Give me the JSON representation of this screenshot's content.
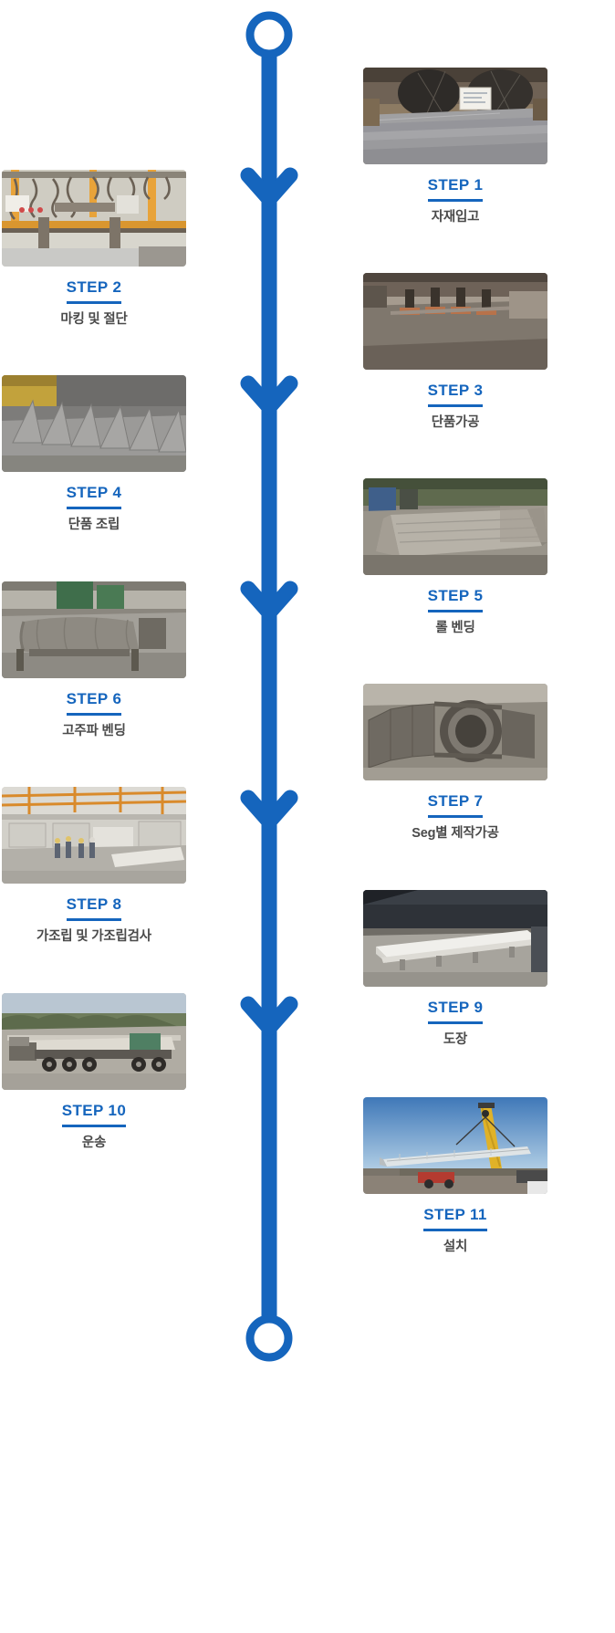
{
  "diagram": {
    "title": "Steel Structure Manufacturing Process Timeline",
    "orientation": "vertical",
    "accent_color": "#1565bd",
    "caption_color": "#4a4a4a",
    "background": "#ffffff"
  },
  "spine": {
    "line_color": "#1565bd",
    "start_marker": "circle-outline",
    "end_marker": "circle-outline",
    "arrow_marker": "chevron-down"
  },
  "steps": [
    {
      "id": 1,
      "number": "STEP 1",
      "title": "자재입고",
      "side": "right",
      "photo_name": "photo-step-1-material-receiving",
      "photo_alt": "Stacked steel plates with pipe sections and label card"
    },
    {
      "id": 2,
      "number": "STEP 2",
      "title": "마킹 및 절단",
      "side": "left",
      "photo_name": "photo-step-2-marking-cutting",
      "photo_alt": "CNC cutting gantry machine with orange frame and hoses"
    },
    {
      "id": 3,
      "number": "STEP 3",
      "title": "단품가공",
      "side": "right",
      "photo_name": "photo-step-3-part-machining",
      "photo_alt": "Steel plate with welded stiffener parts and clamps"
    },
    {
      "id": 4,
      "number": "STEP 4",
      "title": "단품 조립",
      "side": "left",
      "photo_name": "photo-step-4-part-assembly",
      "photo_alt": "Row of triangular steel plate pieces on workshop floor"
    },
    {
      "id": 5,
      "number": "STEP 5",
      "title": "롤 벤딩",
      "side": "right",
      "photo_name": "photo-step-5-roll-bending",
      "photo_alt": "Plate roll bending machine forming a curved cylinder"
    },
    {
      "id": 6,
      "number": "STEP 6",
      "title": "고주파 벤딩",
      "side": "left",
      "photo_name": "photo-step-6-induction-bending",
      "photo_alt": "Large cylindrical steel tube on green machinery in shop"
    },
    {
      "id": 7,
      "number": "STEP 7",
      "title": "Seg별 제작가공",
      "side": "right",
      "photo_name": "photo-step-7-segment-fabrication",
      "photo_alt": "Large fabricated cylindrical segments with ribs in yard"
    },
    {
      "id": 8,
      "number": "STEP 8",
      "title": "가조립 및 가조립검사",
      "side": "left",
      "photo_name": "photo-step-8-trial-assembly-inspection",
      "photo_alt": "Workers inspecting assembled structure inside factory hall"
    },
    {
      "id": 9,
      "number": "STEP 9",
      "title": "도장",
      "side": "right",
      "photo_name": "photo-step-9-painting",
      "photo_alt": "Painted white steel girders in a dark coating workshop"
    },
    {
      "id": 10,
      "number": "STEP 10",
      "title": "운송",
      "side": "left",
      "photo_name": "photo-step-10-transport",
      "photo_alt": "Flatbed trailer truck hauling long steel girder outdoors"
    },
    {
      "id": 11,
      "number": "STEP 11",
      "title": "설치",
      "side": "right",
      "photo_name": "photo-step-11-installation",
      "photo_alt": "Crane lifting a steel girder into place against blue sky"
    }
  ]
}
